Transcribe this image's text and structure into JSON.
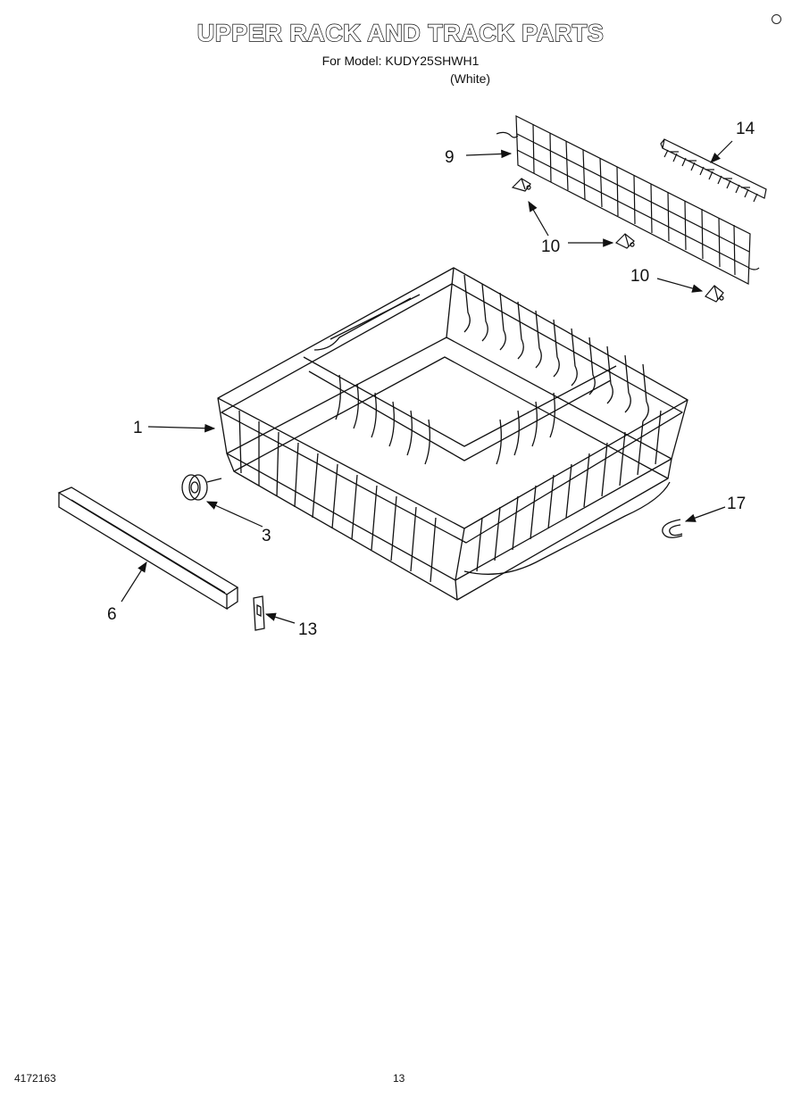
{
  "header": {
    "title": "UPPER RACK AND TRACK PARTS",
    "model_line": "For Model: KUDY25SHWH1",
    "color_line": "(White)"
  },
  "callouts": {
    "rack": "1",
    "roller": "3",
    "track": "6",
    "shelf": "9",
    "clip_a": "10",
    "clip_b": "10",
    "stop": "13",
    "tine_row": "14",
    "clamp": "17"
  },
  "footer": {
    "doc_number": "4172163",
    "page_number": "13"
  }
}
